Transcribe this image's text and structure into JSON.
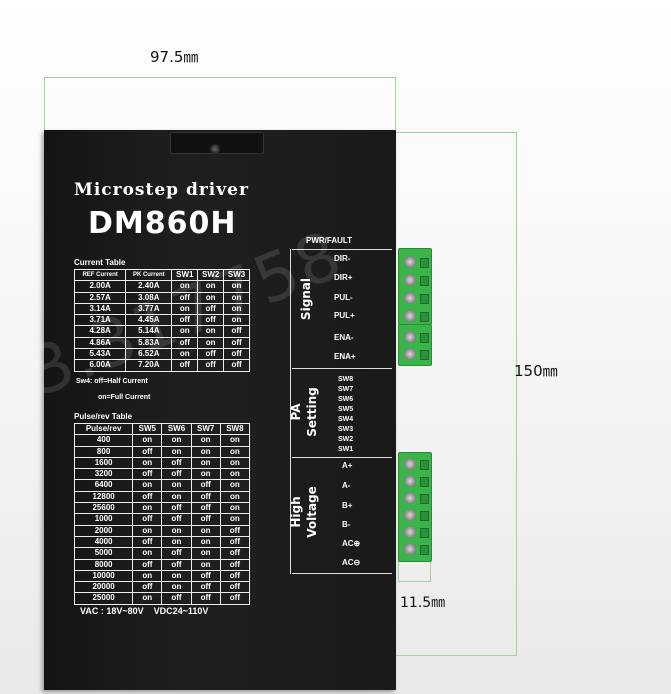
{
  "dimensions": {
    "width": "97.5㎜",
    "height": "150㎜",
    "terminal": "11.5㎜"
  },
  "product": {
    "title": "Microstep driver",
    "model": "DM860H"
  },
  "current_table": {
    "title": "Current Table",
    "headers": [
      "REF Current",
      "PK Current",
      "SW1",
      "SW2",
      "SW3"
    ],
    "rows": [
      [
        "2.00A",
        "2.40A",
        "on",
        "on",
        "on"
      ],
      [
        "2.57A",
        "3.08A",
        "off",
        "on",
        "on"
      ],
      [
        "3.14A",
        "3.77A",
        "on",
        "off",
        "on"
      ],
      [
        "3.71A",
        "4.45A",
        "off",
        "off",
        "on"
      ],
      [
        "4.28A",
        "5.14A",
        "on",
        "on",
        "off"
      ],
      [
        "4.86A",
        "5.83A",
        "off",
        "on",
        "off"
      ],
      [
        "5.43A",
        "6.52A",
        "on",
        "off",
        "off"
      ],
      [
        "6.00A",
        "7.20A",
        "off",
        "off",
        "off"
      ]
    ],
    "note1": "Sw4:  off=Half Current",
    "note2": "on=Full Current"
  },
  "pulse_table": {
    "title": "Pulse/rev Table",
    "headers": [
      "Pulse/rev",
      "SW5",
      "SW6",
      "SW7",
      "SW8"
    ],
    "rows": [
      [
        "400",
        "on",
        "on",
        "on",
        "on"
      ],
      [
        "800",
        "off",
        "on",
        "on",
        "on"
      ],
      [
        "1600",
        "on",
        "off",
        "on",
        "on"
      ],
      [
        "3200",
        "off",
        "off",
        "on",
        "on"
      ],
      [
        "6400",
        "on",
        "on",
        "off",
        "on"
      ],
      [
        "12800",
        "off",
        "on",
        "off",
        "on"
      ],
      [
        "25600",
        "on",
        "off",
        "off",
        "on"
      ],
      [
        "1000",
        "off",
        "off",
        "off",
        "on"
      ],
      [
        "2000",
        "on",
        "on",
        "on",
        "off"
      ],
      [
        "4000",
        "off",
        "on",
        "on",
        "off"
      ],
      [
        "5000",
        "on",
        "off",
        "on",
        "off"
      ],
      [
        "8000",
        "off",
        "off",
        "on",
        "off"
      ],
      [
        "10000",
        "on",
        "on",
        "off",
        "off"
      ],
      [
        "20000",
        "off",
        "on",
        "off",
        "off"
      ],
      [
        "25000",
        "on",
        "off",
        "off",
        "off"
      ]
    ]
  },
  "voltage": "VAC : 18V~80V    VDC24~110V",
  "panel": {
    "pwr_fault": "PWR/FAULT",
    "signal": "Signal",
    "signal_labels": [
      "DIR-",
      "DIR+",
      "PUL-",
      "PUL+",
      "ENA-",
      "ENA+"
    ],
    "pa_setting_line1": "PA",
    "pa_setting_line2": "Setting",
    "sw_labels": [
      "SW8",
      "SW7",
      "SW6",
      "SW5",
      "SW4",
      "SW3",
      "SW2",
      "SW1"
    ],
    "high_voltage_line1": "High",
    "high_voltage_line2": "Voltage",
    "hv_labels": [
      "A+",
      "A-",
      "B+",
      "B-",
      "AC⊕",
      "AC⊖"
    ]
  },
  "watermark": "3.317758"
}
